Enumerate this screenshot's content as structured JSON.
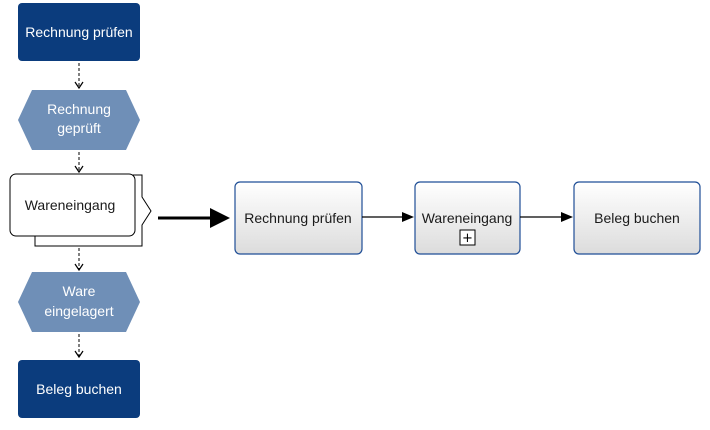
{
  "left_process": {
    "function_1": "Rechnung prüfen",
    "event_1": [
      "Rechnung",
      "geprüft"
    ],
    "process_interface": "Wareneingang",
    "event_2": [
      "Ware",
      "eingelagert"
    ],
    "function_2": "Beleg buchen"
  },
  "right_process": {
    "function_1": "Rechnung prüfen",
    "subprocess": "Wareneingang",
    "subprocess_marker": "+",
    "function_2": "Beleg buchen"
  },
  "colors": {
    "function_fill": "#0b3c7d",
    "event_fill": "#6f8fb7",
    "box_stroke": "#1f4e96",
    "box_gradient_top": "#ffffff",
    "box_gradient_bottom": "#dcdcdc",
    "connector": "#000000"
  }
}
